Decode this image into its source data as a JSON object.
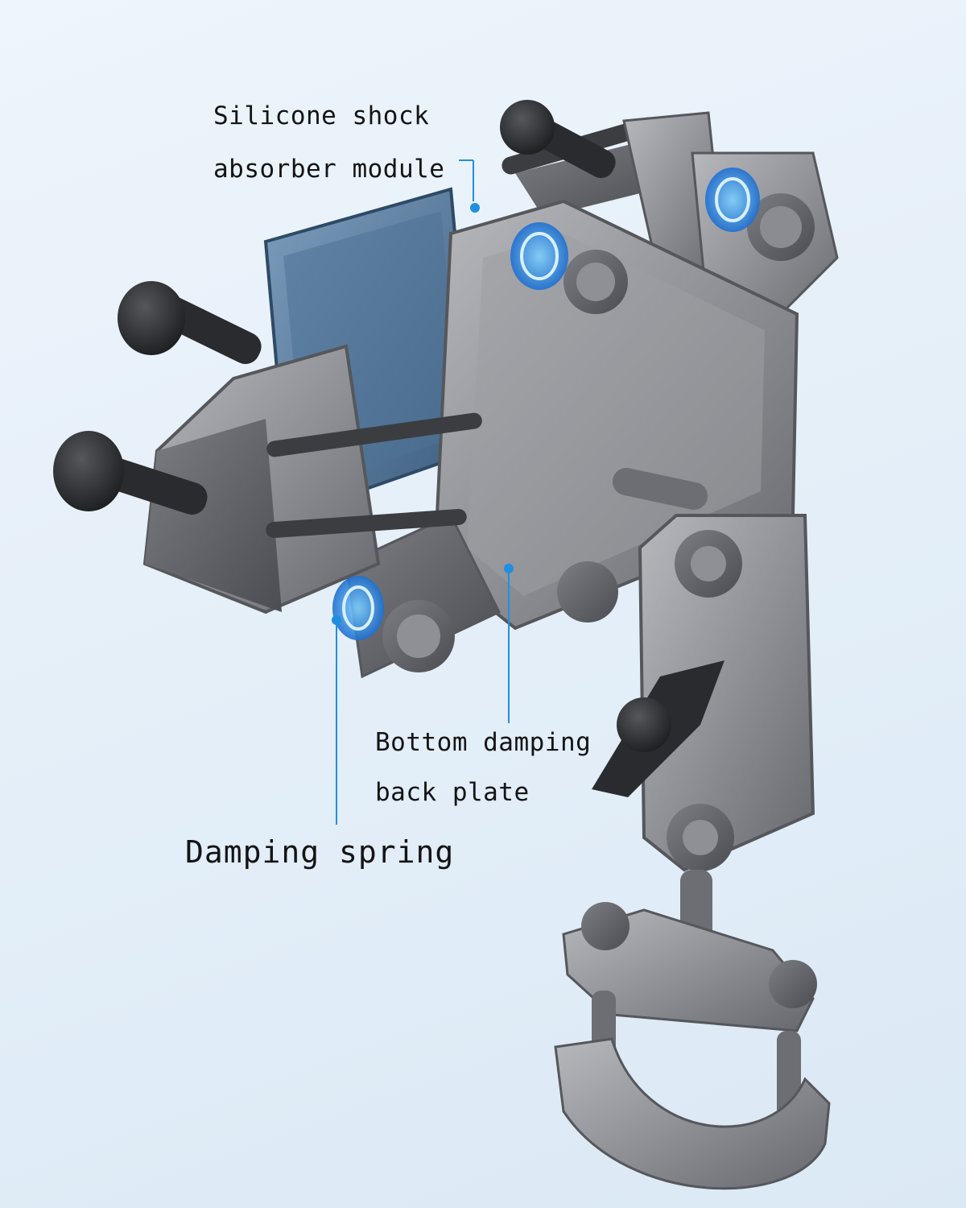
{
  "callouts": {
    "silicone_module": {
      "line1": "Silicone shock",
      "line2": "absorber module"
    },
    "back_plate": {
      "line1": "Bottom damping",
      "line2": "back plate"
    },
    "damping_spring": {
      "label": "Damping spring"
    }
  },
  "colors": {
    "background": "#e3eef8",
    "metal": "#8d8f93",
    "metal_dark": "#5f6166",
    "knob": "#2a2b2e",
    "phone": "#5a7fa3",
    "spring_glow": "#1f8fe0",
    "leader_line": "#1f8fe0"
  }
}
